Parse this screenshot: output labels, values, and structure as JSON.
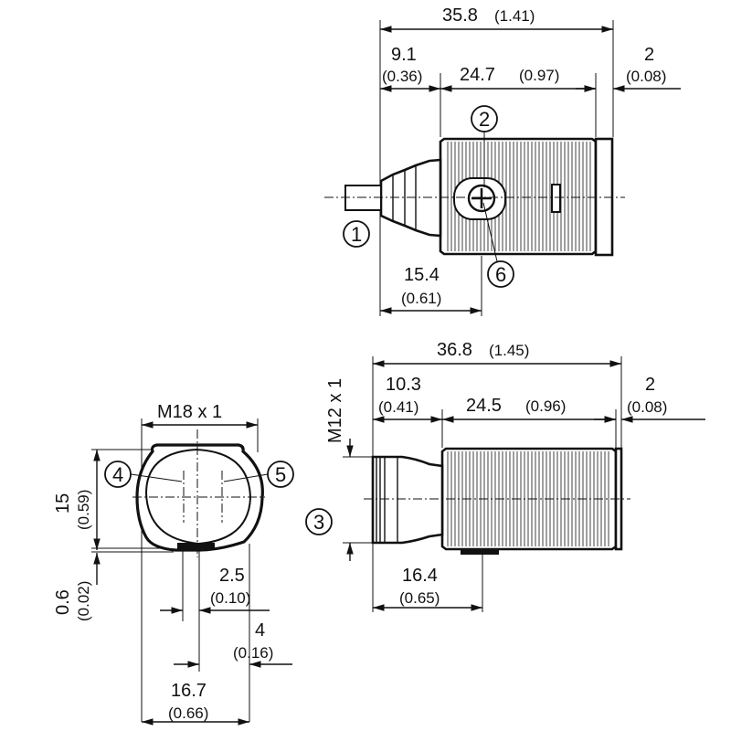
{
  "top_view": {
    "overall": {
      "mm": "35.8",
      "in": "(1.41)"
    },
    "cable_part": {
      "mm": "9.1",
      "in": "(0.36)"
    },
    "body": {
      "mm": "24.7",
      "in": "(0.97)"
    },
    "end": {
      "mm": "2",
      "in": "(0.08)"
    },
    "axis_pos": {
      "mm": "15.4",
      "in": "(0.61)"
    },
    "callouts": {
      "c1": "1",
      "c2": "2",
      "c6": "6"
    }
  },
  "front_view": {
    "thread": "M18 x 1",
    "height": {
      "mm": "15",
      "in": "(0.59)"
    },
    "gap": {
      "mm": "0.6",
      "in": "(0.02)"
    },
    "offset1": {
      "mm": "2.5",
      "in": "(0.10)"
    },
    "offset2": {
      "mm": "4",
      "in": "(0.16)"
    },
    "width": {
      "mm": "16.7",
      "in": "(0.66)"
    },
    "callouts": {
      "c4": "4",
      "c5": "5"
    }
  },
  "side_view": {
    "connector_thread": "M12 x 1",
    "overall": {
      "mm": "36.8",
      "in": "(1.45)"
    },
    "connector_part": {
      "mm": "10.3",
      "in": "(0.41)"
    },
    "body": {
      "mm": "24.5",
      "in": "(0.96)"
    },
    "end": {
      "mm": "2",
      "in": "(0.08)"
    },
    "axis_pos": {
      "mm": "16.4",
      "in": "(0.65)"
    },
    "callouts": {
      "c3": "3"
    }
  }
}
